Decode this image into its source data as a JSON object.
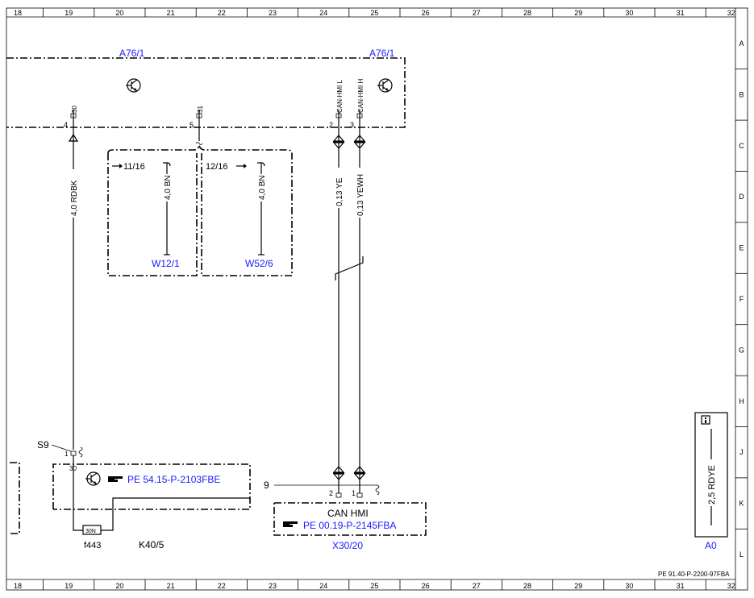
{
  "grid": {
    "columns": [
      "18",
      "19",
      "20",
      "21",
      "22",
      "23",
      "24",
      "25",
      "26",
      "27",
      "28",
      "29",
      "30",
      "31",
      "32"
    ],
    "rows": [
      "A",
      "B",
      "C",
      "D",
      "E",
      "F",
      "G",
      "H",
      "J",
      "K",
      "L"
    ]
  },
  "components": {
    "a76_left": "A76/1",
    "a76_right": "A76/1",
    "w12": "W12/1",
    "w52": "W52/6",
    "k40": "K40/5",
    "x30": "X30/20",
    "a0": "A0",
    "s9": "S9",
    "nine": "9",
    "f443": "f443",
    "fuse": "30N"
  },
  "pins": {
    "p30_top": "30",
    "p31": "31",
    "can_l": "CAN-HMI L",
    "can_h": "CAN-HMI H",
    "n4": "4",
    "n5": "5",
    "n2": "2",
    "n3": "3",
    "k1": "1",
    "k30": "30",
    "x2": "2",
    "x1": "1"
  },
  "wires": {
    "rdbk": "4,0 RDBK",
    "bn1": "4,0 BN",
    "bn2": "4,0 BN",
    "ye": "0,13 YE",
    "yewh": "0,13 YEWH",
    "rdye": "2,5 RDYE"
  },
  "refs": {
    "r1116": "11/16",
    "r1216": "12/16",
    "pe54": "PE 54.15-P-2103FBE",
    "pe00": "PE 00.19-P-2145FBA",
    "can_hmi": "CAN HMI"
  },
  "footer": {
    "doc_id": "PE 91.40-P-2200-97FBA"
  },
  "colors": {
    "link": "#1a1aff",
    "line": "#000000"
  },
  "icons": [
    "transistor-icon",
    "pointing-hand-icon",
    "info-icon",
    "arrow-right-icon"
  ]
}
